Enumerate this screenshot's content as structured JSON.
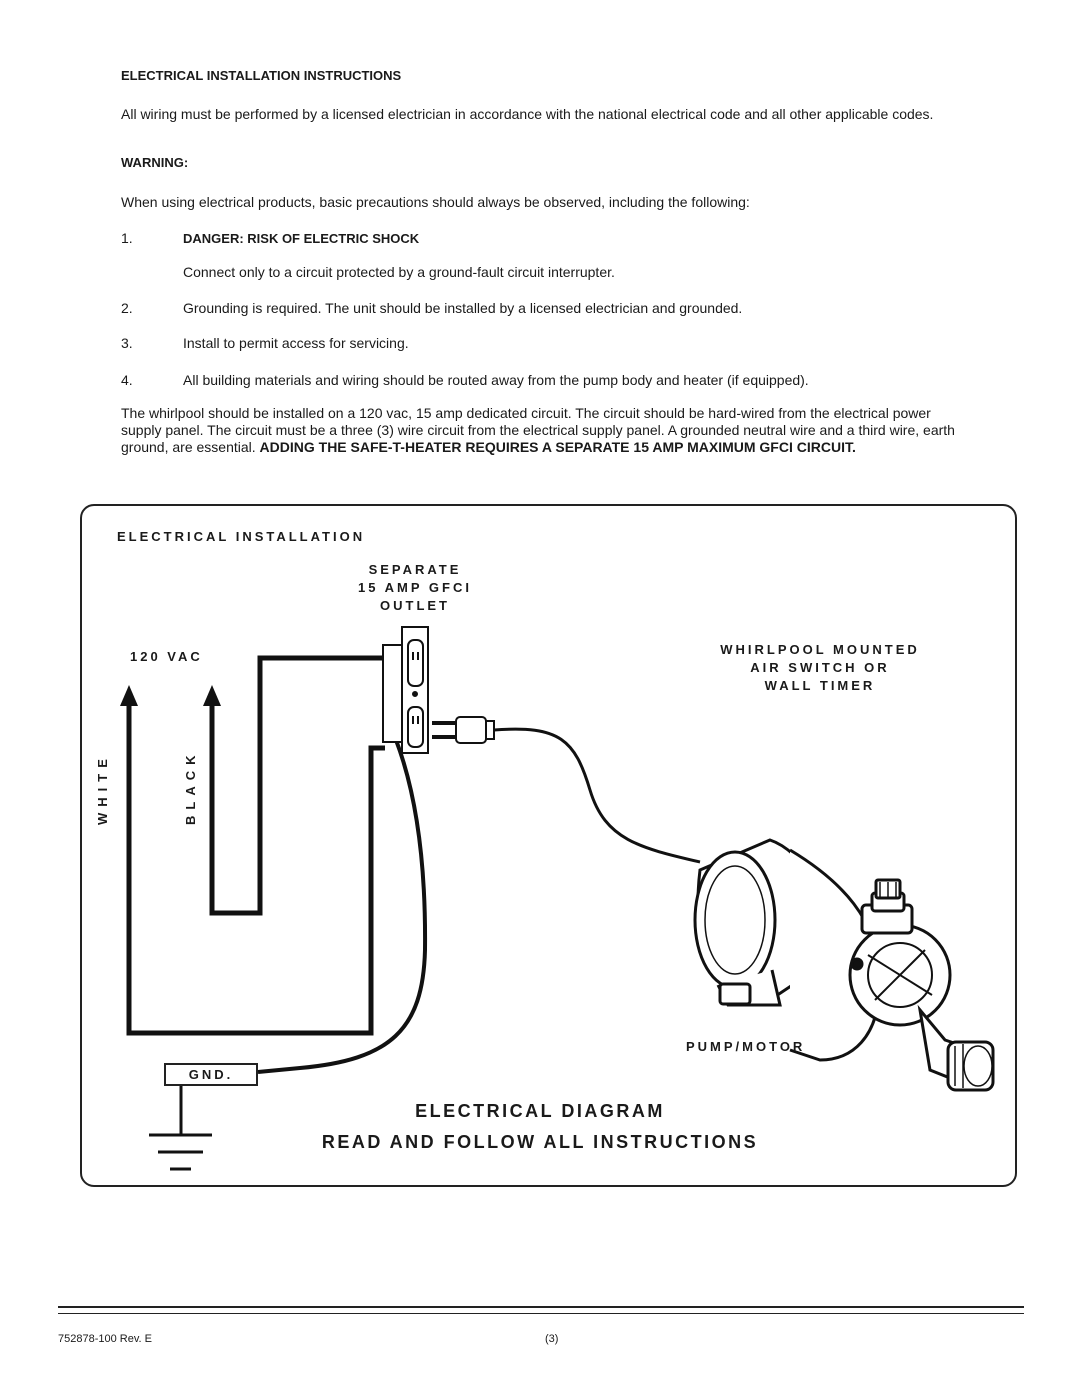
{
  "section": {
    "title": "ELECTRICAL INSTALLATION INSTRUCTIONS",
    "intro": "All wiring must be performed by a licensed electrician in accordance with the national electrical code and all other applicable codes.",
    "warning_label": "WARNING:",
    "warning_text": "When using electrical products, basic precautions should always be observed, including the following:"
  },
  "items": [
    {
      "num": "1.",
      "title": "DANGER:  RISK OF ELECTRIC SHOCK",
      "text": "Connect only to a circuit protected by a ground-fault circuit interrupter."
    },
    {
      "num": "2.",
      "text": "Grounding is required.  The unit should be installed by a licensed electrician and grounded."
    },
    {
      "num": "3.",
      "text": "Install to permit access for servicing."
    },
    {
      "num": "4.",
      "text": "All building materials and wiring should be routed away from the pump body and heater (if equipped)."
    }
  ],
  "closing": {
    "text": "The whirlpool should be installed on a 120 vac, 15 amp dedicated circuit.  The circuit should be hard-wired from the electrical power supply panel.  The circuit must be a three (3) wire circuit from the electrical supply panel.  A grounded neutral wire and a third wire, earth ground, are essential. ",
    "bold": "ADDING THE SAFE-T-HEATER REQUIRES A SEPARATE 15 AMP MAXIMUM GFCI CIRCUIT."
  },
  "diagram": {
    "title": "ELECTRICAL INSTALLATION",
    "outlet_label": [
      "SEPARATE",
      "15 AMP GFCI",
      "OUTLET"
    ],
    "voltage": "120 VAC",
    "switch_label": [
      "WHIRLPOOL MOUNTED",
      "AIR SWITCH OR",
      "WALL TIMER"
    ],
    "white": "WHITE",
    "black": "BLACK",
    "pump": "PUMP/MOTOR",
    "gnd": "GND.",
    "caption1": "ELECTRICAL DIAGRAM",
    "caption2": "READ AND FOLLOW ALL INSTRUCTIONS"
  },
  "footer": {
    "doc_number": "752878-100 Rev. E",
    "page": "(3)"
  }
}
